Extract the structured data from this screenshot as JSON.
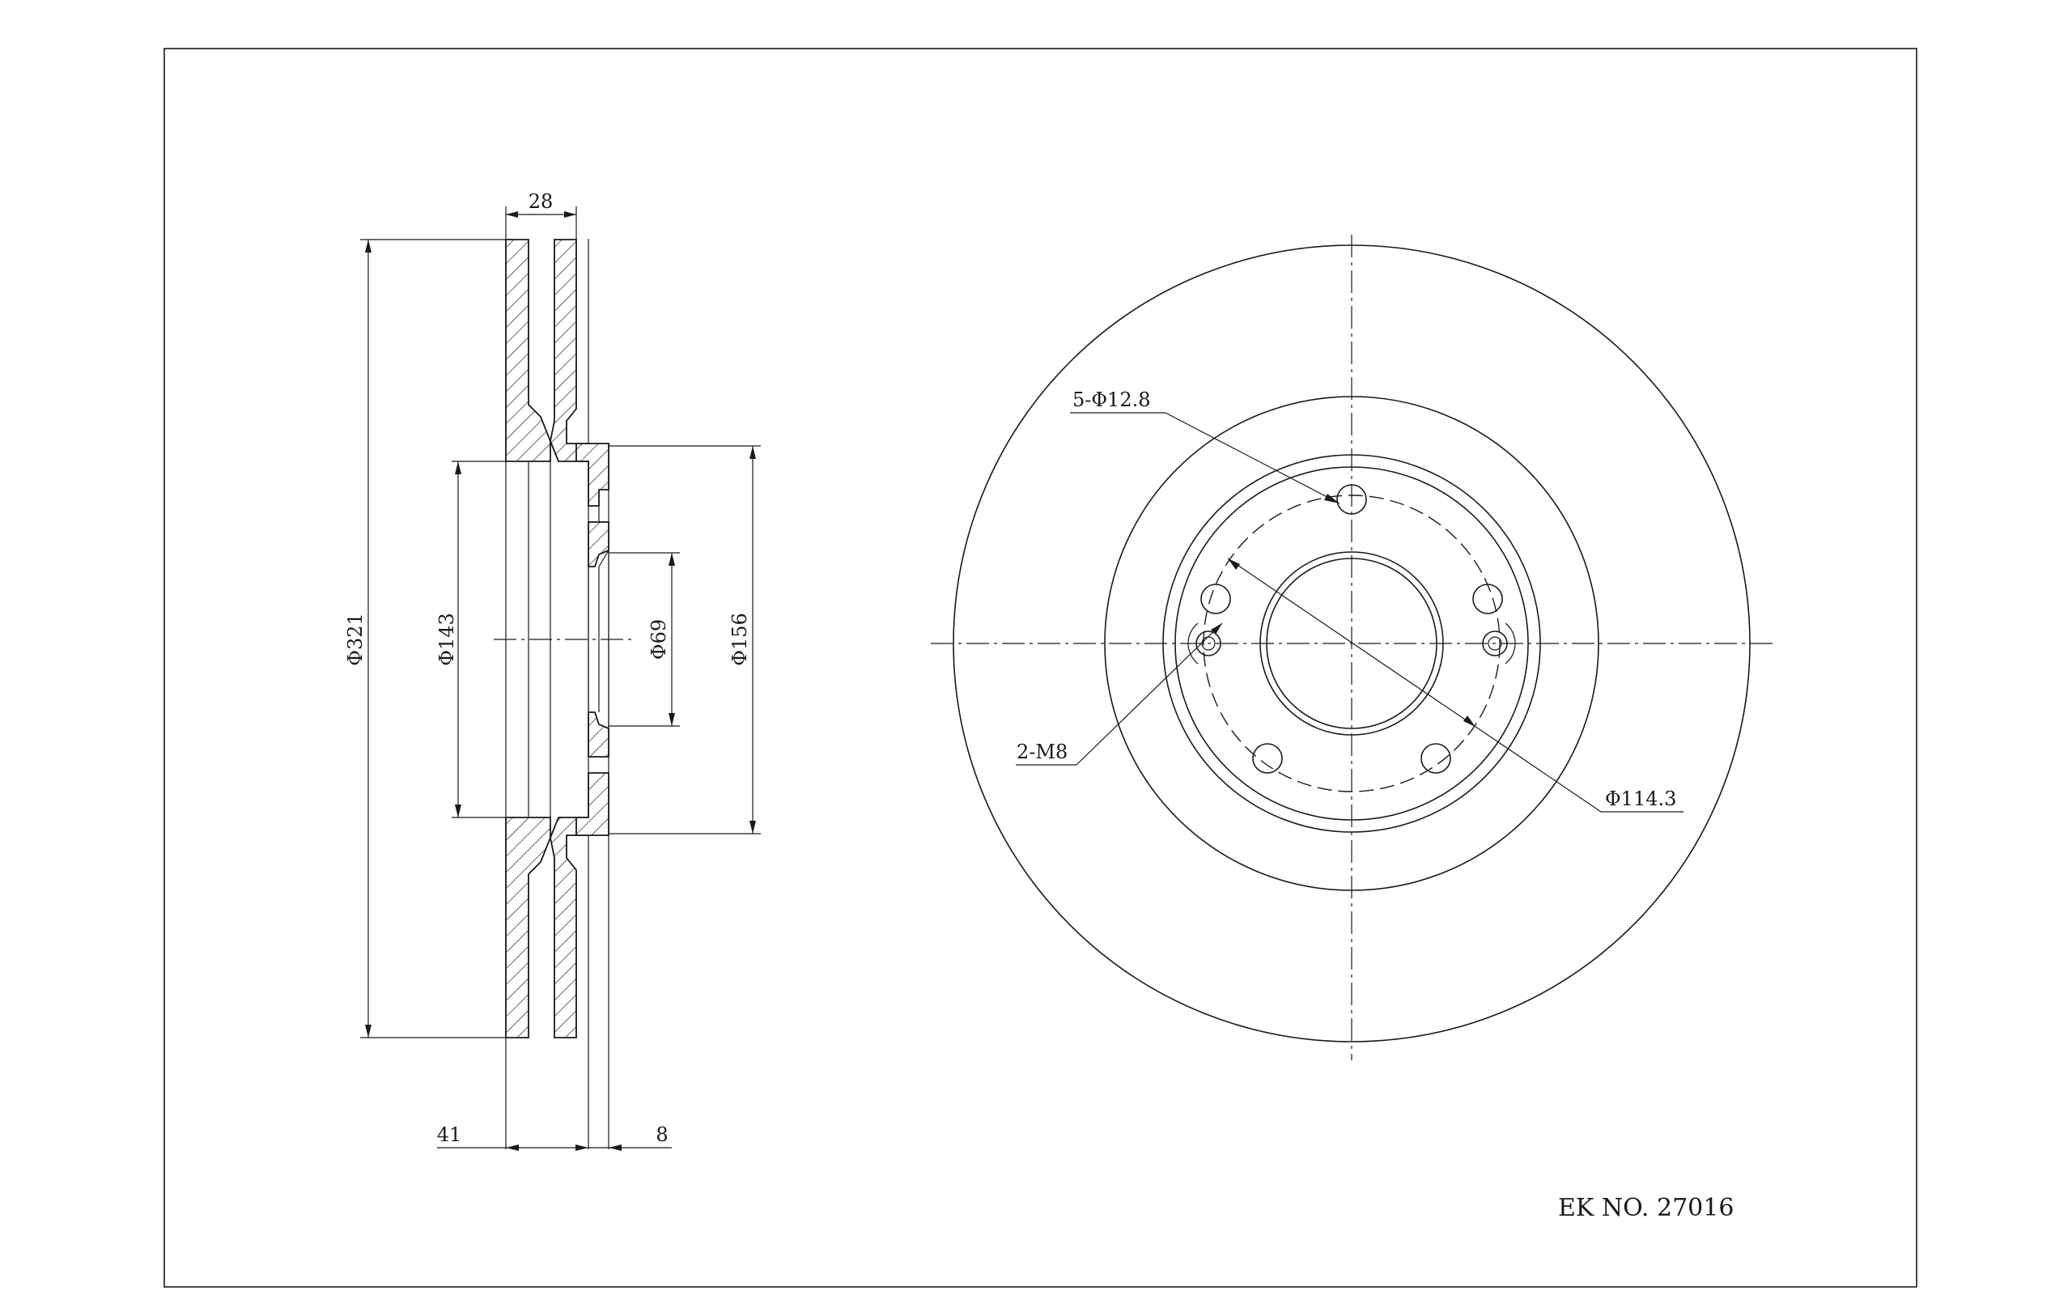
{
  "drawing": {
    "part_number_label": "EK NO. 27016"
  },
  "side_view": {
    "dim_thickness": "28",
    "dim_outer_diameter": "Φ321",
    "dim_hat_diameter": "Φ143",
    "dim_center_bore": "Φ69",
    "dim_hub_face": "Φ156",
    "dim_total_height": "41",
    "dim_hat_thickness": "8"
  },
  "front_view": {
    "callout_bolt_holes": "5-Φ12.8",
    "callout_threads": "2-M8",
    "callout_pcd": "Φ114.3"
  }
}
